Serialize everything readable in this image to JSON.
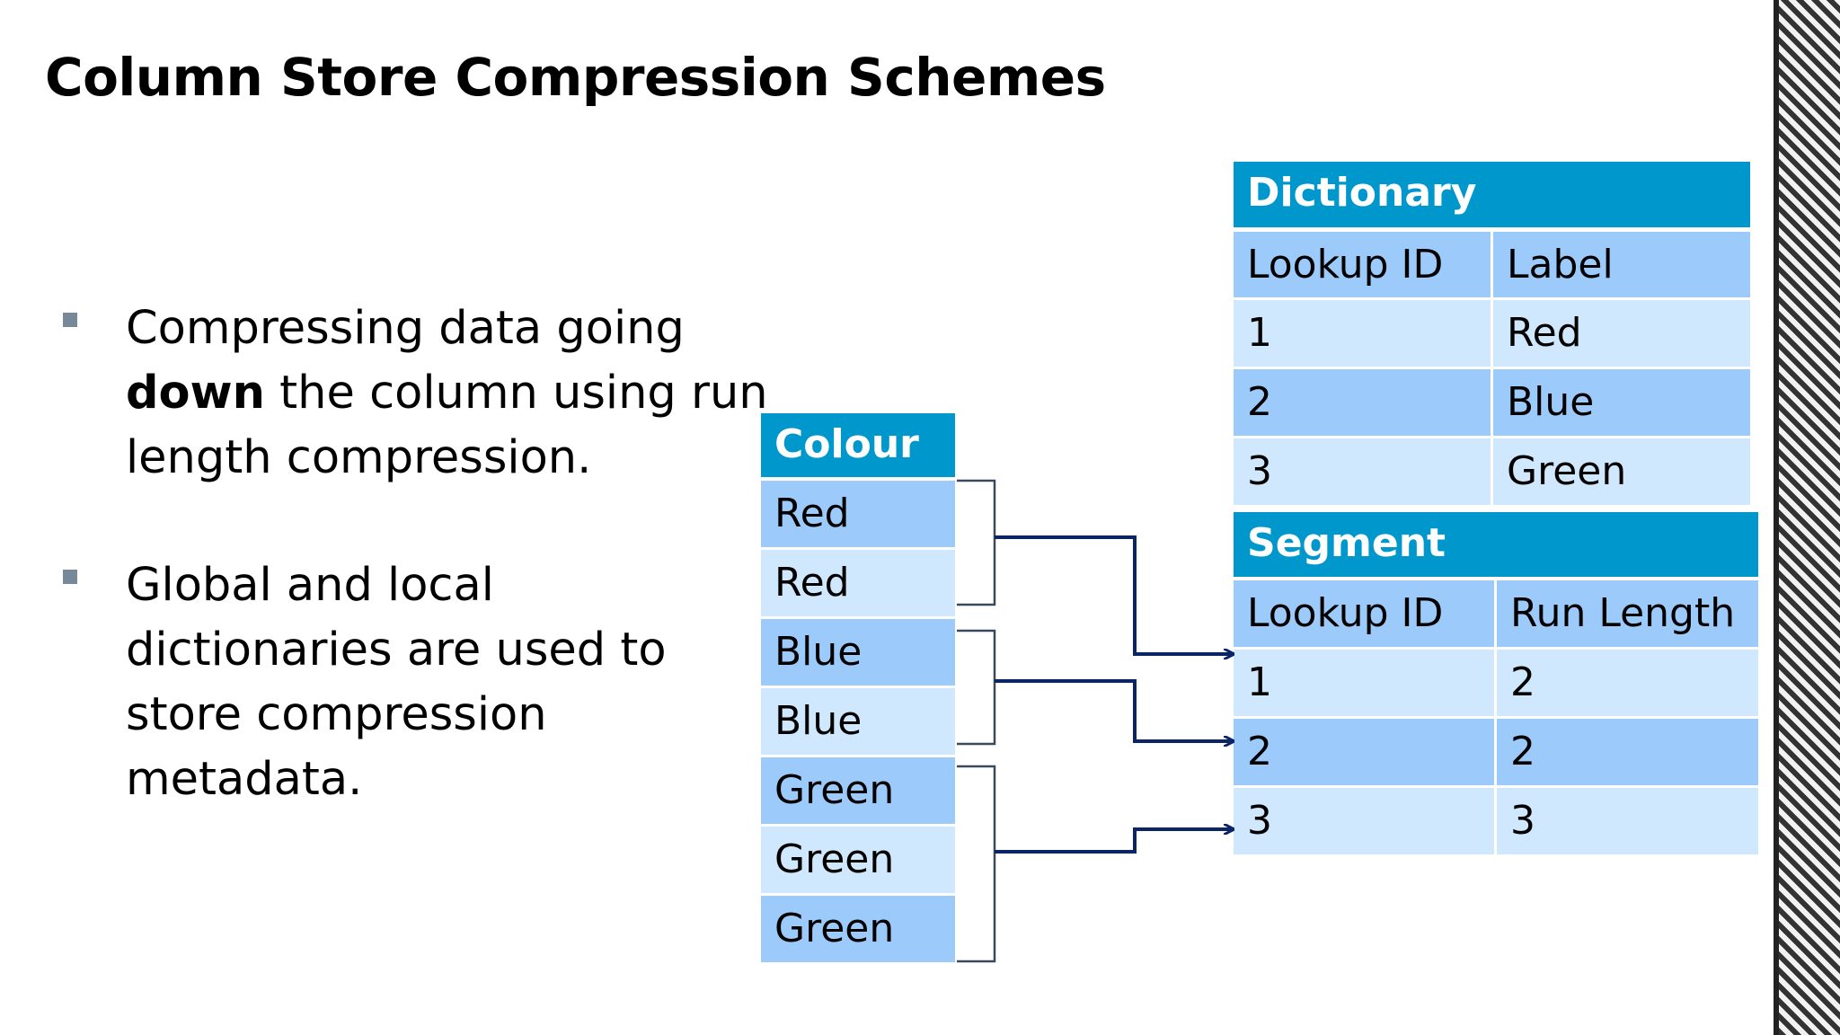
{
  "slide": {
    "title": "Column Store Compression Schemes"
  },
  "bullets": [
    {
      "line1": "Compressing data going",
      "line2_bold": "down",
      "line2_rest": " the column using run",
      "line3": "length compression."
    },
    {
      "line1": "Global and local",
      "line2": "dictionaries are used to",
      "line3": "store compression",
      "line4": "metadata."
    }
  ],
  "colour_table": {
    "header": "Colour",
    "values": [
      "Red",
      "Red",
      "Blue",
      "Blue",
      "Green",
      "Green",
      "Green"
    ]
  },
  "dictionary_table": {
    "header": "Dictionary",
    "columns": [
      "Lookup ID",
      "Label"
    ],
    "rows": [
      [
        "1",
        "Red"
      ],
      [
        "2",
        "Blue"
      ],
      [
        "3",
        "Green"
      ]
    ]
  },
  "segment_table": {
    "header": "Segment",
    "columns": [
      "Lookup ID",
      "Run Length"
    ],
    "rows": [
      [
        "1",
        "2"
      ],
      [
        "2",
        "2"
      ],
      [
        "3",
        "3"
      ]
    ]
  },
  "colors": {
    "header": "#0097cc",
    "row_dark": "#9ccbfb",
    "row_light": "#cfe8fd",
    "connector": "#0b2466"
  }
}
